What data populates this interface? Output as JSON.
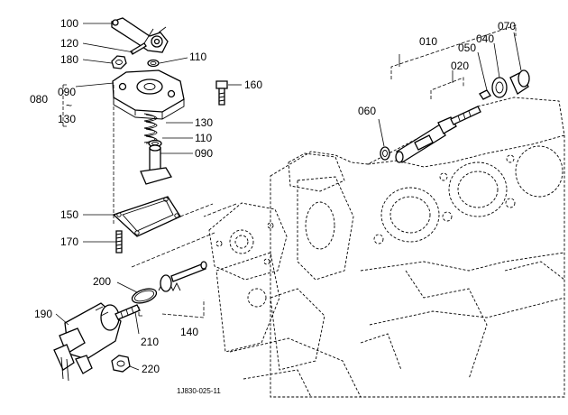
{
  "labels": {
    "l100": "100",
    "l120": "120",
    "l180": "180",
    "l110a": "110",
    "l080": "080",
    "l090a": "090",
    "ltilde": "~",
    "l130a": "130",
    "l160": "160",
    "l130b": "130",
    "l110b": "110",
    "l090b": "090",
    "l150": "150",
    "l170": "170",
    "l200": "200",
    "l190": "190",
    "l210": "210",
    "l140": "140",
    "l220": "220",
    "l010": "010",
    "l020": "020",
    "l050": "050",
    "l040": "040",
    "l070": "070",
    "l060": "060"
  },
  "figure_code": "1J830-025-11"
}
